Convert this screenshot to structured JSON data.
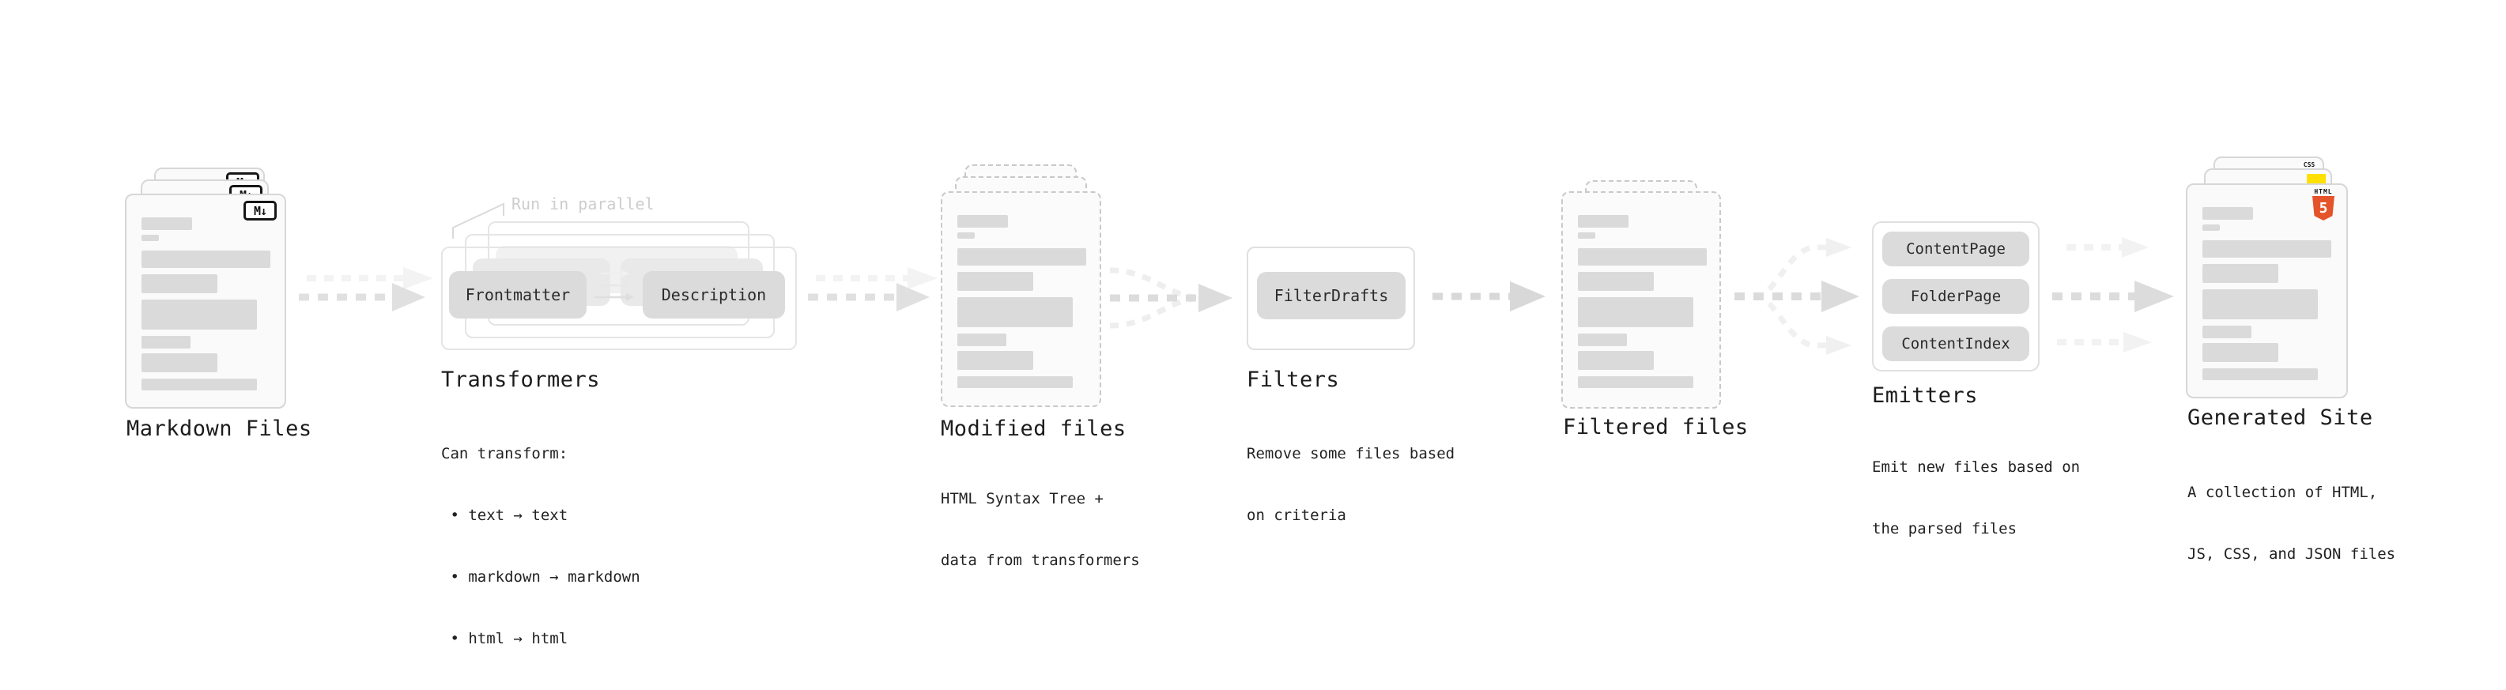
{
  "colors": {
    "accent_html5": "#e5532b",
    "accent_js": "#ffe000",
    "accent_css": "#3076f1",
    "node_fill": "#dbdbdb",
    "arrow_gray": "#dedede",
    "text_dark": "#1c1c1c",
    "muted_note": "#cdcdcd"
  },
  "stages": {
    "markdown": {
      "label": "Markdown Files",
      "badge": "M↓"
    },
    "transformers": {
      "label": "Transformers",
      "note": "Run in parallel",
      "node_a": "Frontmatter",
      "node_b": "Description",
      "sub_heading": "Can transform:",
      "bullets": [
        " • text → text",
        " • markdown → markdown",
        " • html → html"
      ]
    },
    "modified": {
      "label": "Modified files",
      "sub": [
        "HTML Syntax Tree +",
        "data from transformers"
      ]
    },
    "filters": {
      "label": "Filters",
      "node": "FilterDrafts",
      "sub": [
        "Remove some files based",
        "on criteria"
      ]
    },
    "filtered": {
      "label": "Filtered files"
    },
    "emitters": {
      "label": "Emitters",
      "nodes": [
        "ContentPage",
        "FolderPage",
        "ContentIndex"
      ],
      "sub": [
        "Emit new files based on",
        "the parsed files"
      ]
    },
    "generated": {
      "label": "Generated Site",
      "badge_html": "HTML",
      "badge_html_number": "5",
      "badge_css": "CSS",
      "sub": [
        "A collection of HTML,",
        "JS, CSS, and JSON files"
      ]
    }
  }
}
